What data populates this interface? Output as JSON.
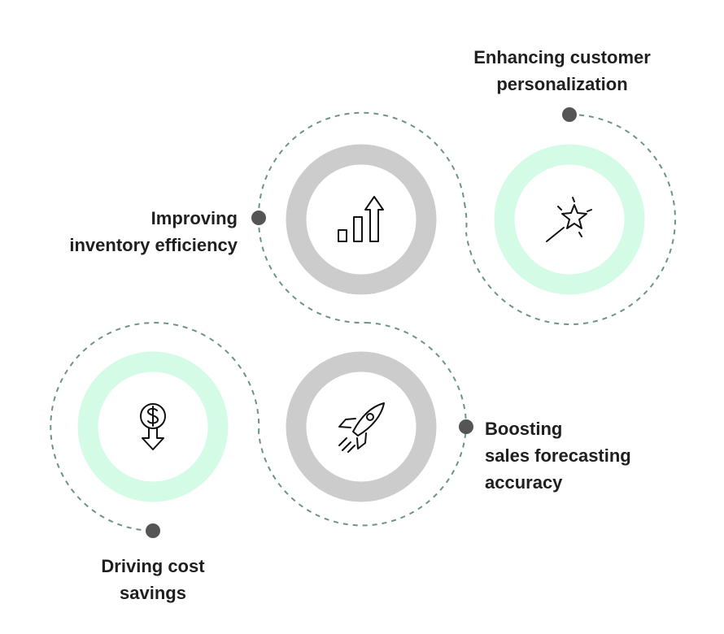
{
  "colors": {
    "gray_ring": "#cccccc",
    "green_ring": "#d3fbe6",
    "dashed": "#6d9483",
    "dot": "#555555",
    "text": "#1f1f1f",
    "icon": "#111111"
  },
  "items": [
    {
      "lines": [
        "Enhancing customer",
        "personalization"
      ],
      "ring": "green",
      "icon": "magic-wand-icon"
    },
    {
      "lines": [
        "Improving",
        "inventory efficiency"
      ],
      "ring": "gray",
      "icon": "bar-chart-growth-icon"
    },
    {
      "lines": [
        "Boosting",
        "sales forecasting",
        "accuracy"
      ],
      "ring": "gray",
      "icon": "rocket-icon"
    },
    {
      "lines": [
        "Driving cost",
        "savings"
      ],
      "ring": "green",
      "icon": "dollar-down-arrow-icon"
    }
  ]
}
